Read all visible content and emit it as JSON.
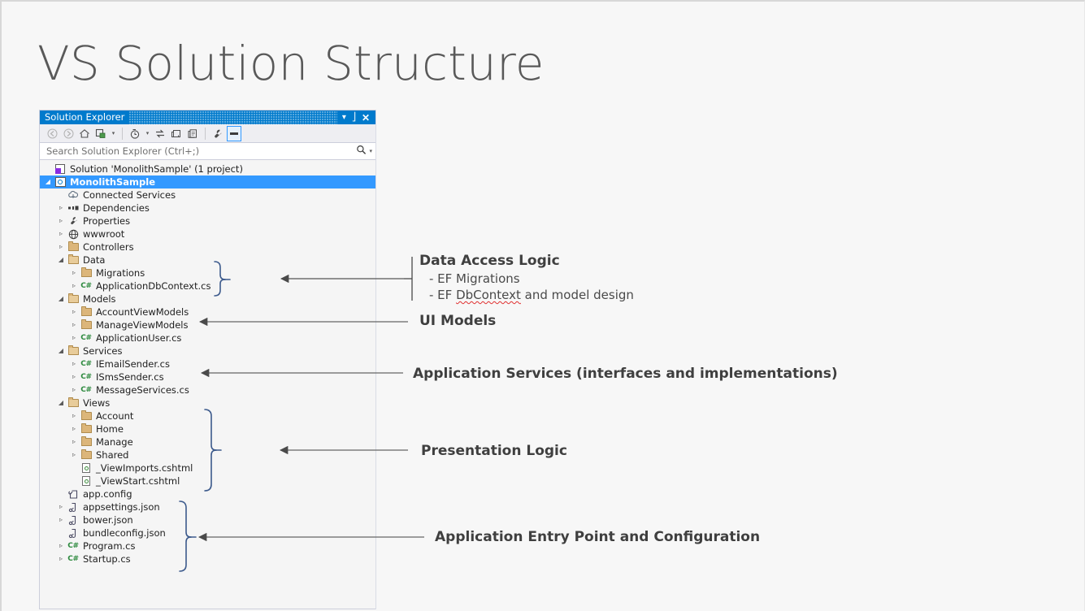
{
  "slide": {
    "title": "VS Solution Structure",
    "background": "#f7f7f7"
  },
  "solution_explorer": {
    "window_title": "Solution Explorer",
    "accent_color": "#007acc",
    "selection_color": "#3399ff",
    "titlebar_buttons": [
      {
        "name": "dropdown-menu",
        "glyph": "▾"
      },
      {
        "name": "pin",
        "glyph": "╤"
      },
      {
        "name": "close",
        "glyph": "✕"
      }
    ],
    "toolbar": [
      {
        "name": "back-icon",
        "glyph": "◀",
        "state": "disabled"
      },
      {
        "name": "forward-icon",
        "glyph": "▶",
        "state": "disabled"
      },
      {
        "name": "home-icon",
        "glyph": "⌂",
        "state": "enabled"
      },
      {
        "name": "sync-with-active-document-icon",
        "glyph": "▣",
        "state": "enabled"
      },
      {
        "name": "sync-dropdown-caret",
        "glyph": "▾",
        "state": "enabled"
      },
      {
        "name": "pending-changes-filter-icon",
        "glyph": "◔",
        "state": "enabled"
      },
      {
        "name": "filter-dropdown-caret",
        "glyph": "▾",
        "state": "enabled"
      },
      {
        "name": "refresh-icon",
        "glyph": "⇆",
        "state": "enabled"
      },
      {
        "name": "collapse-all-icon",
        "glyph": "⧉",
        "state": "enabled"
      },
      {
        "name": "show-all-files-icon",
        "glyph": "❐",
        "state": "enabled"
      },
      {
        "name": "properties-wrench-icon",
        "glyph": "ᴿ",
        "state": "enabled"
      },
      {
        "name": "preview-selected-items-icon",
        "glyph": "▬",
        "state": "selected"
      }
    ],
    "search": {
      "placeholder": "Search Solution Explorer (Ctrl+;)",
      "value": "",
      "search_icon": "🔍",
      "caret_icon": "▾"
    },
    "tree": [
      {
        "label": "Solution 'MonolithSample' (1 project)",
        "indent": 0,
        "icon": "solution-icon",
        "expander": "",
        "selected": false
      },
      {
        "label": "MonolithSample",
        "indent": 0,
        "icon": "project-icon",
        "expander": "◢",
        "selected": true
      },
      {
        "label": "Connected Services",
        "indent": 1,
        "icon": "connected-services-icon",
        "expander": "",
        "selected": false
      },
      {
        "label": "Dependencies",
        "indent": 1,
        "icon": "dependencies-icon",
        "expander": "▹",
        "selected": false
      },
      {
        "label": "Properties",
        "indent": 1,
        "icon": "wrench-icon",
        "expander": "▹",
        "selected": false
      },
      {
        "label": "wwwroot",
        "indent": 1,
        "icon": "globe-icon",
        "expander": "▹",
        "selected": false
      },
      {
        "label": "Controllers",
        "indent": 1,
        "icon": "folder-icon",
        "expander": "▹",
        "selected": false
      },
      {
        "label": "Data",
        "indent": 1,
        "icon": "folder-open-icon",
        "expander": "◢",
        "selected": false
      },
      {
        "label": "Migrations",
        "indent": 2,
        "icon": "folder-icon",
        "expander": "▹",
        "selected": false
      },
      {
        "label": "ApplicationDbContext.cs",
        "indent": 2,
        "icon": "csharp-icon",
        "expander": "▹",
        "selected": false
      },
      {
        "label": "Models",
        "indent": 1,
        "icon": "folder-open-icon",
        "expander": "◢",
        "selected": false
      },
      {
        "label": "AccountViewModels",
        "indent": 2,
        "icon": "folder-icon",
        "expander": "▹",
        "selected": false
      },
      {
        "label": "ManageViewModels",
        "indent": 2,
        "icon": "folder-icon",
        "expander": "▹",
        "selected": false
      },
      {
        "label": "ApplicationUser.cs",
        "indent": 2,
        "icon": "csharp-icon",
        "expander": "▹",
        "selected": false
      },
      {
        "label": "Services",
        "indent": 1,
        "icon": "folder-open-icon",
        "expander": "◢",
        "selected": false
      },
      {
        "label": "IEmailSender.cs",
        "indent": 2,
        "icon": "csharp-icon",
        "expander": "▹",
        "selected": false
      },
      {
        "label": "ISmsSender.cs",
        "indent": 2,
        "icon": "csharp-icon",
        "expander": "▹",
        "selected": false
      },
      {
        "label": "MessageServices.cs",
        "indent": 2,
        "icon": "csharp-icon",
        "expander": "▹",
        "selected": false
      },
      {
        "label": "Views",
        "indent": 1,
        "icon": "folder-open-icon",
        "expander": "◢",
        "selected": false
      },
      {
        "label": "Account",
        "indent": 2,
        "icon": "folder-icon",
        "expander": "▹",
        "selected": false
      },
      {
        "label": "Home",
        "indent": 2,
        "icon": "folder-icon",
        "expander": "▹",
        "selected": false
      },
      {
        "label": "Manage",
        "indent": 2,
        "icon": "folder-icon",
        "expander": "▹",
        "selected": false
      },
      {
        "label": "Shared",
        "indent": 2,
        "icon": "folder-icon",
        "expander": "▹",
        "selected": false
      },
      {
        "label": "_ViewImports.cshtml",
        "indent": 2,
        "icon": "cshtml-icon",
        "expander": "",
        "selected": false
      },
      {
        "label": "_ViewStart.cshtml",
        "indent": 2,
        "icon": "cshtml-icon",
        "expander": "",
        "selected": false
      },
      {
        "label": "app.config",
        "indent": 1,
        "icon": "config-icon",
        "expander": "",
        "selected": false
      },
      {
        "label": "appsettings.json",
        "indent": 1,
        "icon": "json-icon",
        "expander": "▹",
        "selected": false
      },
      {
        "label": "bower.json",
        "indent": 1,
        "icon": "json-icon",
        "expander": "▹",
        "selected": false
      },
      {
        "label": "bundleconfig.json",
        "indent": 1,
        "icon": "json-icon",
        "expander": "",
        "selected": false
      },
      {
        "label": "Program.cs",
        "indent": 1,
        "icon": "csharp-icon",
        "expander": "▹",
        "selected": false
      },
      {
        "label": "Startup.cs",
        "indent": 1,
        "icon": "csharp-icon",
        "expander": "▹",
        "selected": false
      }
    ]
  },
  "annotations": [
    {
      "id": "data-access-logic",
      "heading": "Data Access Logic",
      "lines": [
        "- EF Migrations",
        "- EF DbContext and model design"
      ],
      "squiggly_word": "DbContext"
    },
    {
      "id": "ui-models",
      "heading": "UI Models",
      "lines": []
    },
    {
      "id": "application-services",
      "heading": "Application Services (interfaces and implementations)",
      "lines": []
    },
    {
      "id": "presentation-logic",
      "heading": "Presentation Logic",
      "lines": []
    },
    {
      "id": "application-entry-point",
      "heading": "Application Entry Point and Configuration",
      "lines": []
    }
  ],
  "connectors": {
    "brace_color": "#3c5a8c",
    "arrow_color": "#555555"
  }
}
